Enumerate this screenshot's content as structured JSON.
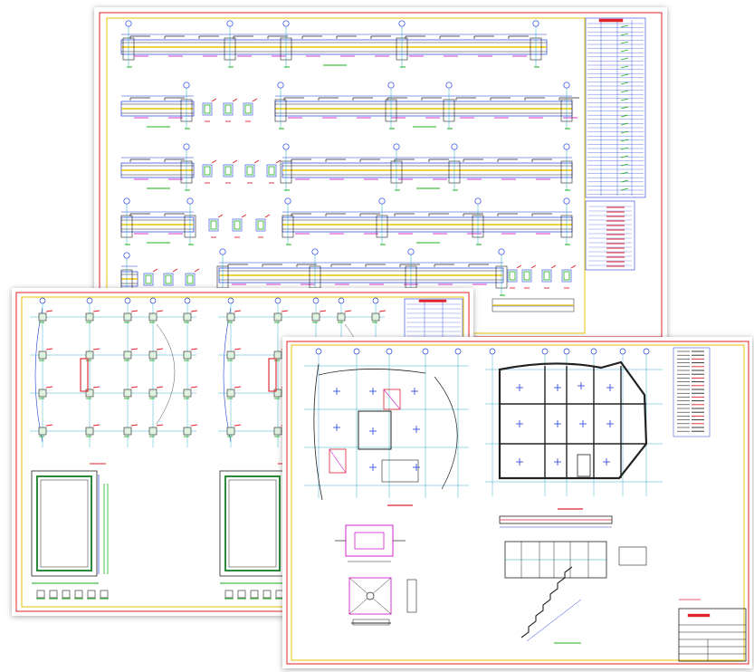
{
  "palette": {
    "border_red": "#e0202a",
    "border_yellow": "#e8c200",
    "grid_blue": "#1f3fd8",
    "axis_cyan": "#1fa8c8",
    "green": "#18b018",
    "magenta": "#d020c8",
    "dark": "#222222",
    "hatch": "#2a8a3a"
  },
  "sheets": [
    {
      "id": "beam-details",
      "description_icon": "beam-elevation-drawing-icon"
    },
    {
      "id": "column-layout",
      "description_icon": "column-plan-drawing-icon"
    },
    {
      "id": "floor-framing",
      "description_icon": "framing-plan-drawing-icon"
    }
  ]
}
